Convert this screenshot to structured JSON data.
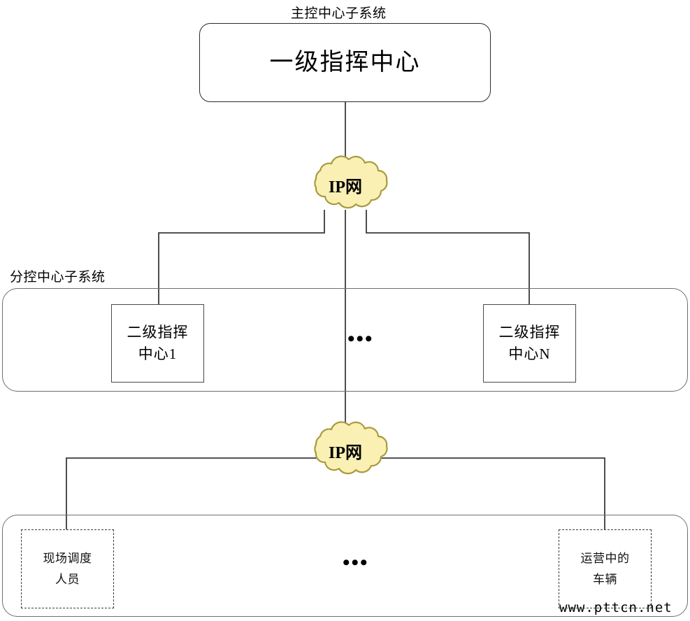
{
  "diagram": {
    "title": "主控中心子系统",
    "background": "#ffffff",
    "line_color": "#3a3a3a",
    "group_border_color": "#6f6f6f",
    "cloud_fill": "#faf0b4",
    "cloud_stroke": "#a89a3c"
  },
  "top_group": {
    "label": "主控中心子系统",
    "node": {
      "label": "一级指挥中心"
    }
  },
  "cloud_upper": {
    "label": "IP网"
  },
  "middle_group": {
    "label": "分控中心子系统",
    "nodes": [
      {
        "line1": "二级指挥",
        "line2": "中心1"
      },
      {
        "line1": "二级指挥",
        "line2": "中心N"
      }
    ],
    "ellipsis": "•••"
  },
  "cloud_lower": {
    "label": "IP网"
  },
  "bottom_group": {
    "nodes": [
      {
        "line1": "现场调度",
        "line2": "人员"
      },
      {
        "line1": "运营中的",
        "line2": "车辆"
      }
    ],
    "ellipsis": "•••"
  },
  "watermark": {
    "text": "www.pttcn.net"
  }
}
